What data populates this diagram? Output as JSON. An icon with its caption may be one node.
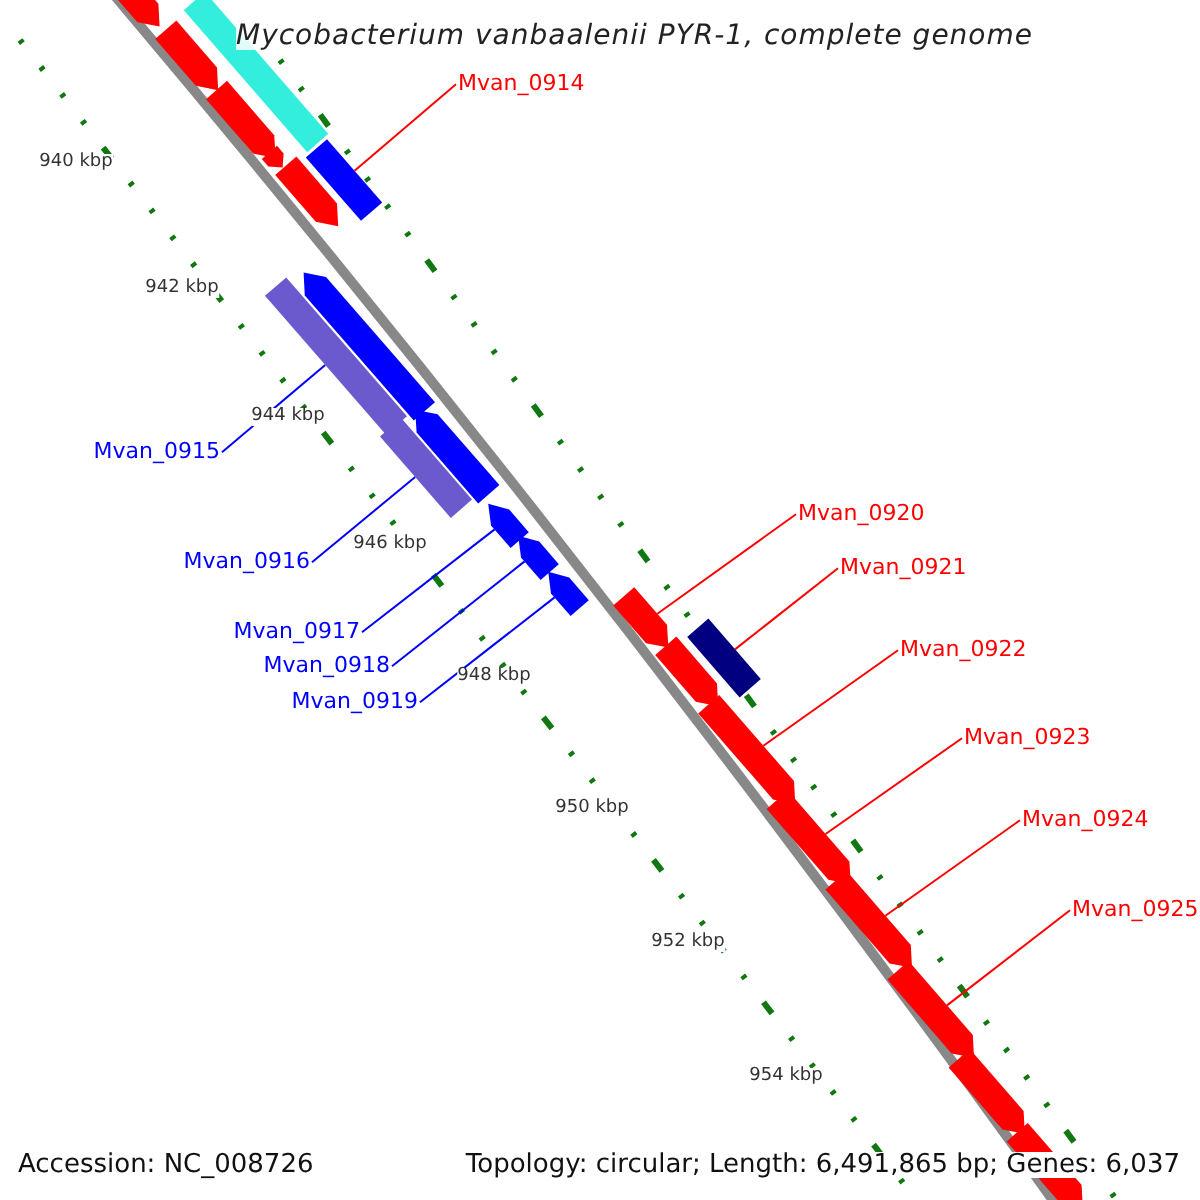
{
  "diagram": {
    "title": "Mycobacterium vanbaalenii PYR-1, complete genome",
    "nodes": [
      {
        "text": [
          "Mvan_0914"
        ]
      },
      {
        "text": [],
        "shape": "bar"
      },
      {
        "text": [
          "Mvan_0915"
        ]
      },
      {
        "text": [],
        "shape": "bar"
      },
      {
        "text": [
          "Mvan_0916"
        ]
      },
      {
        "text": [],
        "shape": "bar"
      },
      {
        "text": [
          "Mvan_0917"
        ]
      },
      {
        "text": [],
        "shape": "arrow"
      },
      {
        "text": [
          "Mvan_0918"
        ]
      },
      {
        "text": [],
        "shape": "arrow"
      },
      {
        "text": [
          "Mvan_0919"
        ]
      },
      {
        "text": [],
        "shape": "arrow"
      },
      {
        "text": [
          "Mvan_0920"
        ]
      },
      {
        "text": [],
        "shape": "arrow"
      },
      {
        "text": [
          "Mvan_0921"
        ]
      },
      {
        "text": [],
        "shape": "bar"
      },
      {
        "text": [
          "Mvan_0922"
        ]
      },
      {
        "text": [],
        "shape": "arrow"
      },
      {
        "text": [
          "Mvan_0923"
        ]
      },
      {
        "text": [],
        "shape": "arrow"
      },
      {
        "text": [
          "Mvan_0924"
        ]
      },
      {
        "text": [],
        "shape": "arrow"
      },
      {
        "text": [
          "Mvan_0925"
        ]
      },
      {
        "text": [],
        "shape": "arrow"
      },
      {
        "text": [],
        "shape": "arrow"
      },
      {
        "text": [],
        "shape": "bar"
      },
      {
        "text": [],
        "shape": "arrow"
      },
      {
        "text": [],
        "shape": "arrow"
      },
      {
        "text": [],
        "shape": "arrow"
      },
      {
        "text": [],
        "shape": "arrow"
      },
      {
        "text": [],
        "shape": "arrow"
      },
      {
        "text": [],
        "shape": "arrow"
      },
      {
        "text": [],
        "shape": "arrow"
      },
      {
        "text": [],
        "shape": "arrow"
      },
      {
        "text": [],
        "shape": "arrow"
      }
    ],
    "edges": [
      {
        "from": 0,
        "to": 1,
        "arrow": "none"
      },
      {
        "from": 2,
        "to": 3,
        "arrow": "none",
        "color": "#0000ff"
      },
      {
        "from": 4,
        "to": 5,
        "arrow": "none",
        "color": "#0000ff"
      },
      {
        "from": 6,
        "to": 7,
        "arrow": "none",
        "color": "#0000ff"
      },
      {
        "from": 8,
        "to": 9,
        "arrow": "none",
        "color": "#0000ff"
      },
      {
        "from": 10,
        "to": 11,
        "arrow": "none",
        "color": "#0000ff"
      },
      {
        "from": 12,
        "to": 13,
        "arrow": "none"
      },
      {
        "from": 14,
        "to": 15,
        "arrow": "none"
      },
      {
        "from": 16,
        "to": 17,
        "arrow": "none"
      },
      {
        "from": 18,
        "to": 19,
        "arrow": "none"
      },
      {
        "from": 20,
        "to": 21,
        "arrow": "none"
      },
      {
        "from": 22,
        "to": 23,
        "arrow": "none"
      }
    ],
    "labels": [
      "940 kbp",
      "942 kbp",
      "944 kbp",
      "946 kbp",
      "948 kbp",
      "950 kbp",
      "952 kbp",
      "954 kbp",
      "Accession: NC_008726",
      "Topology: circular; Length: 6,491,865 bp; Genes: 6,037"
    ]
  }
}
